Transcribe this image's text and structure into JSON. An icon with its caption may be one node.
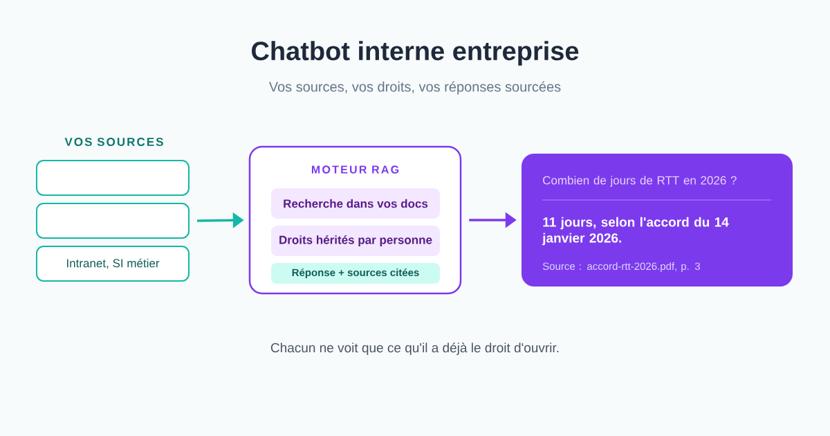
{
  "diagram": {
    "title": "Chatbot interne entreprise",
    "caption": "Vos sources, vos droits, vos réponses sourcées",
    "nodes": [
      {
        "text": [],
        "shape": "box"
      },
      {
        "text": [],
        "shape": "box"
      },
      {
        "text": [
          "Intranet, SI métier"
        ]
      },
      {
        "text": [
          "MOTEUR RAG"
        ]
      },
      {
        "text": [
          "Recherche dans vos docs"
        ],
        "in": 3
      },
      {
        "text": [
          "Droits hérités par personne"
        ],
        "in": 3
      },
      {
        "text": [
          "Réponse + sources citées"
        ],
        "in": 3
      },
      {
        "text": [
          "Combien de jours de RTT en 2026 ?",
          "11 jours, selon l'accord du 14 janvier 2026.",
          "Source : accord-rtt-2026.pdf, p. 3"
        ]
      }
    ],
    "edges": [
      {
        "from": 1,
        "to": 3,
        "arrow": "to"
      },
      {
        "from": 3,
        "to": 7,
        "arrow": "to",
        "color": "#7c3aed"
      }
    ],
    "labels": [
      "VOS SOURCES",
      "Chacun ne voit que ce qu'il a déjà le droit d'ouvrir."
    ]
  }
}
